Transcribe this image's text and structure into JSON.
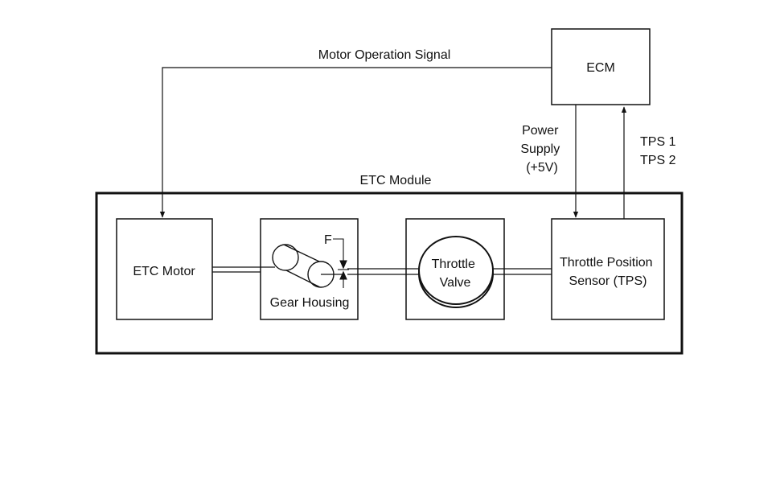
{
  "colors": {
    "background": "#ffffff",
    "stroke": "#111111"
  },
  "diagram": {
    "ecm_label": "ECM",
    "motor_signal_label": "Motor Operation Signal",
    "power_supply_lines": [
      "Power",
      "Supply",
      "(+5V)"
    ],
    "tps_signal_lines": [
      "TPS 1",
      "TPS 2"
    ],
    "etc_module_label": "ETC Module",
    "etc_motor_label": "ETC Motor",
    "gear_housing_label": "Gear Housing",
    "force_label": "F",
    "throttle_valve_lines": [
      "Throttle",
      "Valve"
    ],
    "tps_block_lines": [
      "Throttle Position",
      "Sensor (TPS)"
    ]
  }
}
